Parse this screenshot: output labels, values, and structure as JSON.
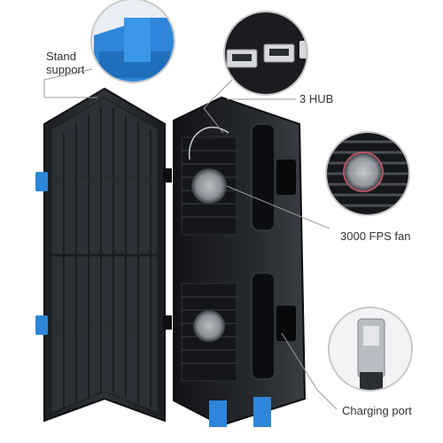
{
  "callouts": {
    "stand_support": "Stand\nsupport",
    "hub": "3 HUB",
    "fan": "3000 FPS fan",
    "charging_port": "Charging port"
  },
  "colors": {
    "body": "#2a2d32",
    "body_dark": "#16181b",
    "accent_blue": "#2d86d9",
    "leader_line": "#9a9a9a",
    "text": "#333333"
  },
  "icons": {
    "stand_detail": "blue-stand-clip",
    "hub_detail": "usb-ports",
    "fan_detail": "fan-grille",
    "port_detail": "micro-usb-plug"
  }
}
